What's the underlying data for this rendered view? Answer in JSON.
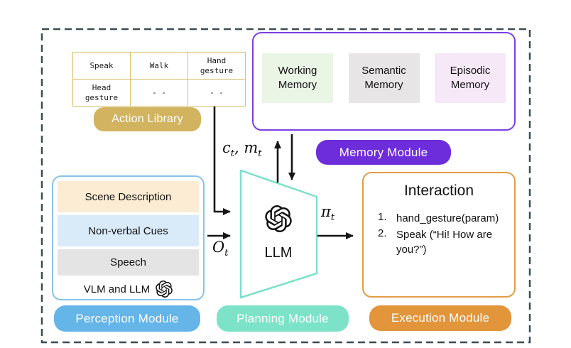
{
  "action_library": {
    "label": "Action Library",
    "table": {
      "rows": [
        [
          "Speak",
          "Walk",
          "Hand gesture"
        ],
        [
          "Head gesture",
          "- -",
          "- -"
        ]
      ]
    }
  },
  "memory_module": {
    "label": "Memory Module",
    "items": [
      "Working Memory",
      "Semantic Memory",
      "Episodic Memory"
    ]
  },
  "perception_module": {
    "label": "Perception Module",
    "items": [
      "Scene Description",
      "Non-verbal Cues",
      "Speech"
    ],
    "footer": "VLM and LLM"
  },
  "planning_module": {
    "label": "Planning Module",
    "core": "LLM"
  },
  "execution_module": {
    "label": "Execution Module",
    "title": "Interaction",
    "steps": [
      {
        "num": "1.",
        "text": "hand_gesture(param)"
      },
      {
        "num": "2.",
        "text": "Speak (“Hi! How are you?”)"
      }
    ]
  },
  "math": {
    "c": "c",
    "m": "m",
    "O": "O",
    "pi": "π",
    "sub": "t",
    "comma": ", "
  },
  "colors": {
    "action_gold": "#d2b35f",
    "memory_purple": "#6e2ddb",
    "memory_border": "#7c3fe2",
    "perception_blue": "#66b5e9",
    "perception_border": "#87c4ec",
    "planning_teal": "#7de3c8",
    "trapezoid_border": "#7be0cb",
    "execution_orange": "#e2953b",
    "execution_border": "#e29d45",
    "working_bg": "#ebf5e6",
    "semantic_bg": "#e7e5e5",
    "episodic_bg": "#f7e8f8",
    "scene_bg": "#fcecd4",
    "cues_bg": "#d9eaf8",
    "speech_bg": "#e4e4e4",
    "dashed_border": "#3c4b55",
    "arrow_black": "#151515"
  }
}
